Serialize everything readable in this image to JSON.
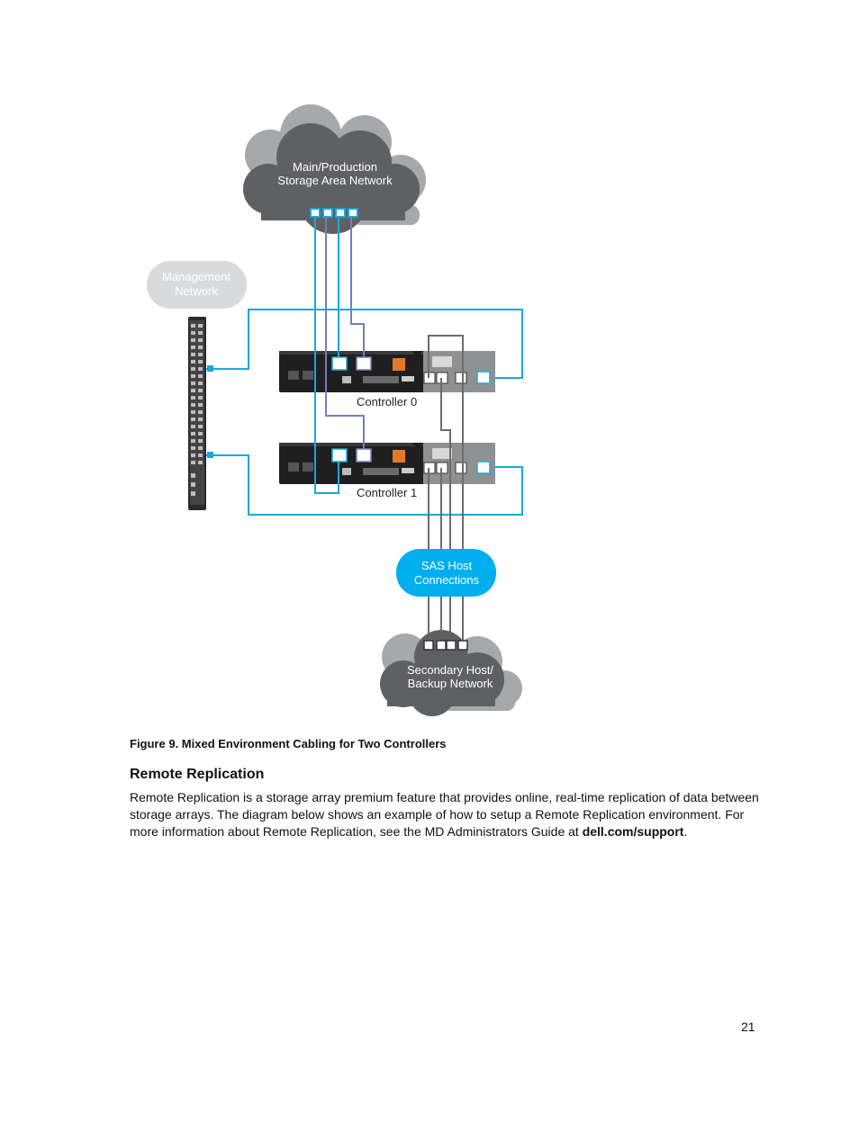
{
  "diagram": {
    "clouds": {
      "main_san": {
        "line1": "Main/Production",
        "line2": "Storage Area Network"
      },
      "management": {
        "line1": "Management",
        "line2": "Network"
      },
      "sas": {
        "line1": "SAS Host",
        "line2": "Connections"
      },
      "secondary": {
        "line1": "Secondary Host/",
        "line2": "Backup Network"
      }
    },
    "controllers": [
      {
        "label": "Controller 0"
      },
      {
        "label": "Controller 1"
      }
    ],
    "colors": {
      "cloud_dark": "#5f6063",
      "cloud_mid": "#7d7e81",
      "cloud_light": "#a7a8aa",
      "management_cloud": "#d9dadc",
      "sas_cloud": "#00aeef",
      "cyan_cable": "#1ea6d8",
      "blue_cable": "#6f7fc0",
      "gray_cable": "#6c6c6c"
    }
  },
  "figure_caption": "Figure 9. Mixed Environment Cabling for Two Controllers",
  "section": {
    "heading": "Remote Replication",
    "body_text": "Remote Replication is a storage array premium feature that provides online, real-time replication of data between storage arrays. The diagram below shows an example of how to setup a Remote Replication environment. For more information about Remote Replication, see the MD Administrators Guide at ",
    "link_text": "dell.com/support",
    "trailing": "."
  },
  "page_number": "21"
}
